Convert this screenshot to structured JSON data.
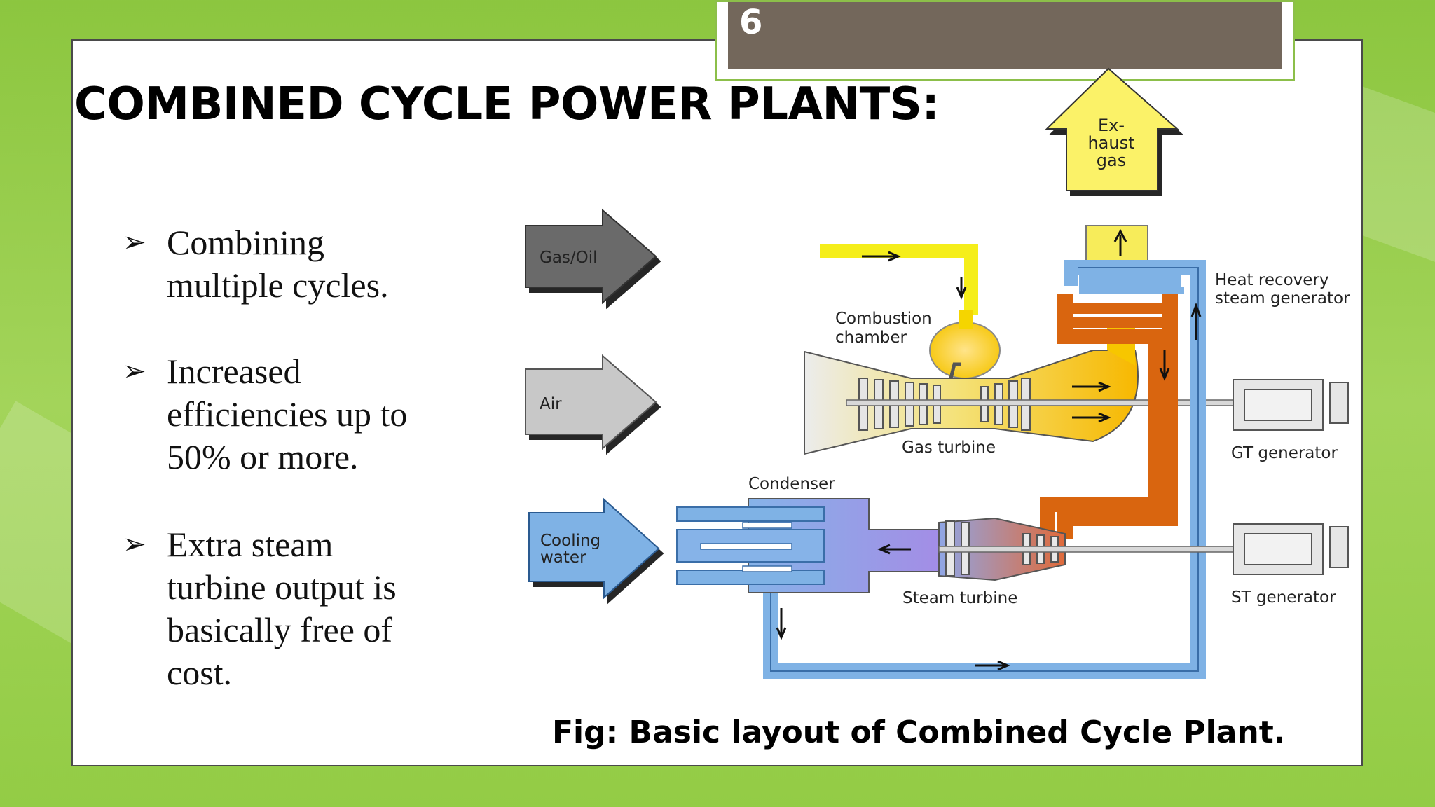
{
  "slide": {
    "number": "6",
    "title": "COMBINED CYCLE POWER PLANTS:",
    "bullets": [
      {
        "line1": "Combining",
        "line2": "multiple cycles."
      },
      {
        "line1": "Increased",
        "line2": "efficiencies up to",
        "line3": "50% or more."
      },
      {
        "line1": "Extra steam",
        "line2": "turbine output is",
        "line3": "basically free of",
        "line4": "cost."
      }
    ],
    "caption": "Fig: Basic layout of Combined Cycle Plant."
  },
  "diagram": {
    "inputs": {
      "gas_oil": "Gas/Oil",
      "air": "Air",
      "cooling_water_1": "Cooling",
      "cooling_water_2": "water"
    },
    "exhaust": {
      "line1": "Ex-",
      "line2": "haust",
      "line3": "gas"
    },
    "labels": {
      "hrsg_1": "Heat recovery",
      "hrsg_2": "steam generator",
      "combustion_1": "Combustion",
      "combustion_2": "chamber",
      "gas_turbine": "Gas turbine",
      "gt_generator": "GT generator",
      "condenser": "Condenser",
      "steam_turbine": "Steam turbine",
      "st_generator": "ST generator"
    },
    "colors": {
      "fuel": "#f5ee1a",
      "hot_gas": "#f7c600",
      "steam": "#d9650f",
      "water": "#7fb2e5",
      "arrow_dark": "#6b6b6b",
      "arrow_light": "#c8c8c8"
    }
  }
}
